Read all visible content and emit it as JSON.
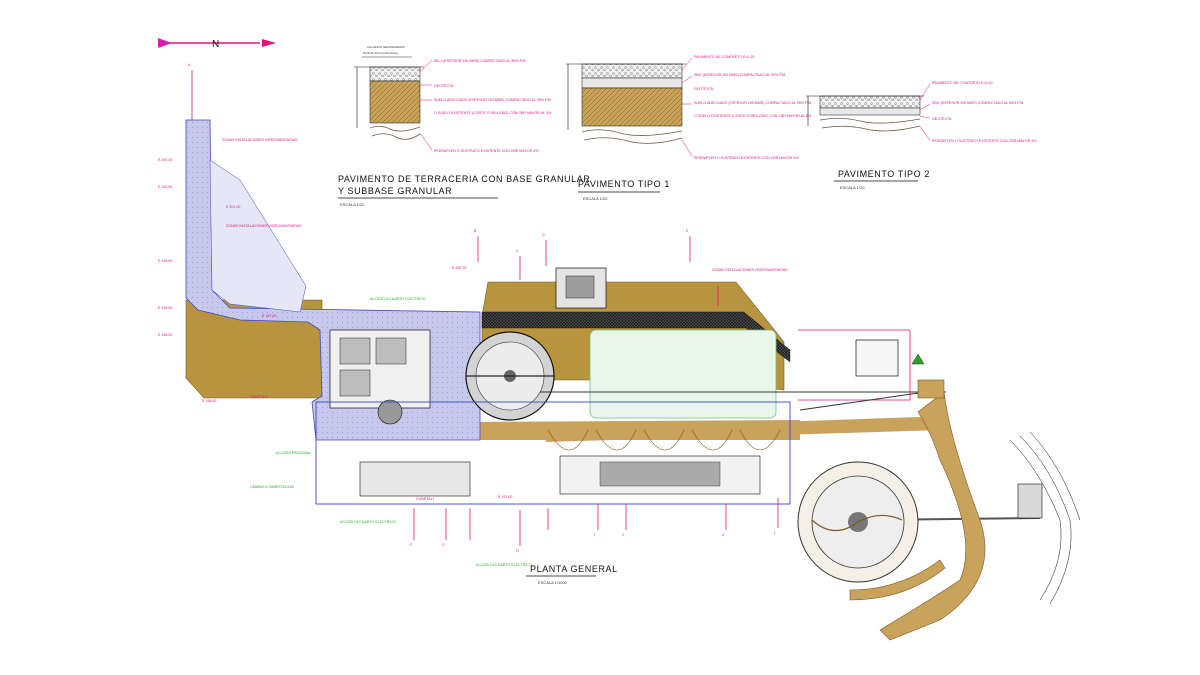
{
  "north_arrow": {
    "label": "N"
  },
  "sections": [
    {
      "title": "PAVIMENTO DE TERRACERIA CON BASE GRANULAR",
      "title_line2": "Y SUBBASE  GRANULAR",
      "scale": "ESCALA 1/20",
      "header": "CALLEJAS SECUNDARIAS",
      "subheader": "Perfil de firme (estructura)",
      "layers": [
        "SB-1 (ESPESOR 150 MMS) COMPACTADO AL 95% P.M.",
        "GEOTEXTIL",
        "SUELO ADECUADO (ESPESOR 200 MMS) COMPACTADO AL 95% P.M.",
        "O SUELO EXISTENTE (CORTE O RELLENO) CON CBR MAYOR AL 5%",
        "PEDRAPLEN O SUSTRATO EXISTENTE CON CBR MAYOR 4%"
      ]
    },
    {
      "title": "PAVIMENTO TIPO 1",
      "scale": "ESCALA 1/20",
      "layers": [
        "PAVIMENTO DE CONCRETO E=0.20",
        "SBG (ESPESOR 200 MMS) COMPACTADO AL 95% P.M.",
        "GEOTEXTIL",
        "SUELO ADECUADO (ESPESOR 200 MMS) COMPACTADO AL 95% P.M.",
        "O SUELO EXISTENTE (CORTE O RELLENO) CON CBR MAYOR AL 5%",
        "PEDRAPLEN O SUSTRATO EXISTENTE CON CBR MAYOR 4%"
      ]
    },
    {
      "title": "PAVIMENTO TIPO 2",
      "scale": "ESCALA 1/20",
      "layers": [
        "PAVIMENTO DE CONCRETO E=0.20",
        "SBG (ESPESOR 200 MMS) COMPACTADO AL 95% P.M.",
        "GEOTEXTIL",
        "PEDRAPLEN O SUSTRATO EXISTENTE CON CBR MAYOR 4%"
      ]
    }
  ],
  "plan": {
    "title": "PLANTA GENERAL",
    "scale": "ESCALA 1/1000",
    "notes": [
      "ZONAS INSTALACIONES HIDROSANITARIAS",
      "ZONAS INSTALACIONES HIDROSANITARIAS",
      "ZONAS INSTALACIONES HIDROSANITARIAS",
      "CUNETA H",
      "CUNETA H",
      "ACCESO A CUARTO ELECTRICO",
      "ACCESO A CUARTO ELECTRICO",
      "ACCESO A CUARTO ELECTRICO",
      "CAMINO A SUBESTACION",
      "ACCESO PEATONAL"
    ],
    "elevations": [
      "E 200.00",
      "E 200.50",
      "E 201.00",
      "E 199.50",
      "E 199.00",
      "E 198.50",
      "E 198.00",
      "E 197.50",
      "E 197.00",
      "E 200.75"
    ],
    "section_marks": [
      "A",
      "B",
      "C",
      "D",
      "E",
      "F",
      "G",
      "H",
      "I",
      "J",
      "K",
      "L"
    ]
  }
}
